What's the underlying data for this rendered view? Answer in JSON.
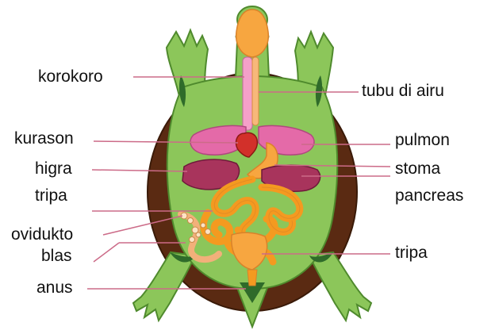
{
  "labels_left": {
    "korokoro": "korokoro",
    "kurason": "kurason",
    "higra": "higra",
    "tripa": "tripa",
    "ovidukto": "ovidukto",
    "blas": "blas",
    "anus": "anus"
  },
  "labels_right": {
    "tubu_di_airu": "tubu di airu",
    "pulmon": "pulmon",
    "stoma": "stoma",
    "pancreas": "pancreas",
    "tripa": "tripa"
  },
  "colors": {
    "shell": "#5a2a12",
    "shell_edge": "#3a1a08",
    "body": "#8cc65a",
    "body_edge": "#4f8a2d",
    "dark_patch": "#2f6b2a",
    "head_orange": "#f7a640",
    "esophagus": "#f4a0c8",
    "lungs": "#e46aa8",
    "heart": "#d2302a",
    "liver": "#a8345c",
    "intestine": "#f49a20",
    "leader_line": "#cc6b88"
  }
}
